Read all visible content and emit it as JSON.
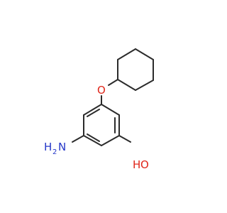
{
  "molecule": {
    "atoms": {
      "oxygen_ether": {
        "symbol": "O",
        "color": "#e0261a"
      },
      "amine_n": {
        "symbol": "N",
        "color": "#2436c8"
      },
      "amine_h2": {
        "symbol": "H",
        "sub": "2",
        "color": "#2436c8"
      },
      "hydroxyl_o": {
        "symbol": "O",
        "color": "#e0261a"
      },
      "hydroxyl_h": {
        "symbol": "H",
        "color": "#e0261a"
      }
    },
    "bond_color": "#2b2b2b"
  }
}
